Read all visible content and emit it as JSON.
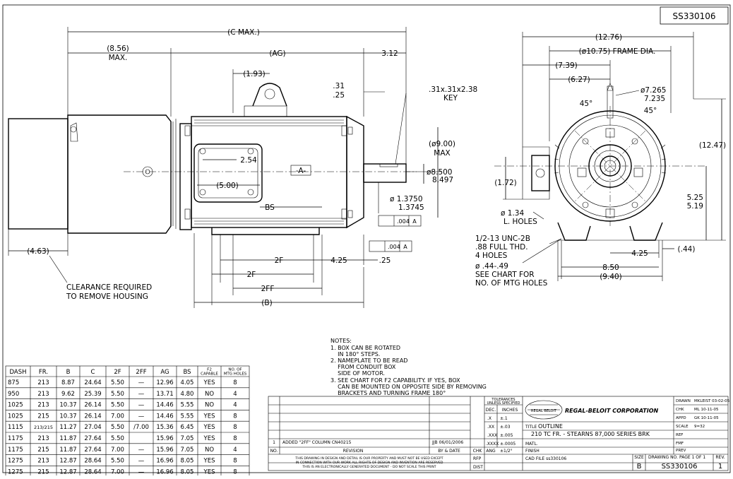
{
  "drawing_number_box": "SS330106",
  "front_view": {
    "c_max": "(C MAX.)",
    "dim_856": "(8.56)",
    "max_word": "MAX.",
    "ag": "(AG)",
    "dim_312": "3.12",
    "dim_193": "(1.93)",
    "dim_31": ".31",
    "dim_25": ".25",
    "key_size": ".31x.31x2.38",
    "key_word": "KEY",
    "dim_900": "(ø9.00)",
    "dim_900_max": "MAX",
    "dim_8500": "ø8.500",
    "dim_8497": "8.497",
    "dim_254": "2.54",
    "dim_500": "(5.00)",
    "datum_a": "-A-",
    "bs": "BS",
    "dim_13750": "ø 1.3750",
    "dim_13745": "1.3745",
    "tol_004": ".004",
    "tol_a": "A",
    "dim_463": "(4.63)",
    "dim_2f": "2F",
    "dim_425": "4.25",
    "dim_025": ".25",
    "dim_2ff": "2FF",
    "dim_b": "(B)",
    "clearance_1": "CLEARANCE REQUIRED",
    "clearance_2": "TO REMOVE HOUSING"
  },
  "end_view": {
    "dim_1276": "(12.76)",
    "frame_dia": "(ø10.75) FRAME DIA.",
    "dim_739": "(7.39)",
    "dim_627": "(6.27)",
    "dim_7265": "ø7.265",
    "dim_7235": "7.235",
    "angle_a": "45°",
    "angle_b": "45°",
    "dim_1247": "(12.47)",
    "dim_172": "(1.72)",
    "dim_525": "5.25",
    "dim_519": "5.19",
    "holes_1": "ø 1.34",
    "holes_2": "L. HOLES",
    "thread_1": "1/2-13 UNC-2B",
    "thread_2": ".88 FULL THD.",
    "thread_3": "4 HOLES",
    "dim_end_425": "4.25",
    "dim_044": "(.44)",
    "mtg_1": "ø .44-.49",
    "mtg_2": "SEE CHART FOR",
    "mtg_3": "NO. OF MTG HOLES",
    "dim_850": "8.50",
    "dim_940": "(9.40)"
  },
  "notes": {
    "title": "NOTES:",
    "lines": [
      "1. BOX CAN BE ROTATED",
      "    IN 180° STEPS.",
      "2. NAMEPLATE TO BE READ",
      "    FROM CONDUIT BOX",
      "    SIDE OF MOTOR.",
      "3. SEE CHART FOR F2 CAPABILITY. IF YES, BOX",
      "    CAN BE MOUNTED ON OPPOSITE SIDE BY REMOVING",
      "    BRACKETS AND TURNING FRAME 180°"
    ]
  },
  "dash_table": {
    "headers": [
      "DASH",
      "FR.",
      "B",
      "C",
      "2F",
      "2FF",
      "AG",
      "BS",
      "F2 CAPABLE",
      "NO. OF MTG HOLES"
    ],
    "rows": [
      [
        "875",
        "213",
        "8.87",
        "24.64",
        "5.50",
        "—",
        "12.96",
        "4.05",
        "YES",
        "8"
      ],
      [
        "950",
        "213",
        "9.62",
        "25.39",
        "5.50",
        "—",
        "13.71",
        "4.80",
        "NO",
        "4"
      ],
      [
        "1025",
        "213",
        "10.37",
        "26.14",
        "5.50",
        "—",
        "14.46",
        "5.55",
        "NO",
        "4"
      ],
      [
        "1025",
        "215",
        "10.37",
        "26.14",
        "7.00",
        "—",
        "14.46",
        "5.55",
        "YES",
        "8"
      ],
      [
        "1115",
        "213/215",
        "11.27",
        "27.04",
        "5.50",
        "/7.00",
        "15.36",
        "6.45",
        "YES",
        "8"
      ],
      [
        "1175",
        "213",
        "11.87",
        "27.64",
        "5.50",
        "",
        "15.96",
        "7.05",
        "YES",
        "8"
      ],
      [
        "1175",
        "215",
        "11.87",
        "27.64",
        "7.00",
        "—",
        "15.96",
        "7.05",
        "NO",
        "4"
      ],
      [
        "1275",
        "213",
        "12.87",
        "28.64",
        "5.50",
        "—",
        "16.96",
        "8.05",
        "YES",
        "8"
      ],
      [
        "1275",
        "215",
        "12.87",
        "28.64",
        "7.00",
        "—",
        "16.96",
        "8.05",
        "YES",
        "8"
      ]
    ]
  },
  "title_block": {
    "rev_no": "1",
    "rev_text": "ADDED \"2FF\" COLUMN   CN40215",
    "rev_by": "JJB  06/01/2006",
    "no_label": "NO.",
    "revision_label": "REVISION",
    "by_date_label": "BY & DATE",
    "disclaimer_1": "THIS DRAWING IN DESIGN AND DETAIL IS OUR PROPERTY AND MUST NOT BE USED EXCEPT",
    "disclaimer_2": "IN CONNECTION WITH OUR WORK ALL RIGHTS OF DESIGN AND INVENTION ARE RESERVED",
    "disclaimer_3": "THIS IS AN ELECTRONICALLY GENERATED DOCUMENT - DO NOT SCALE THIS PRINT",
    "tolerances_1": "TOLERANCES",
    "tolerances_2": "UNLESS SPECIFIED",
    "dec_label": "DEC.",
    "inches_label": "INCHES",
    "tol_rows": [
      [
        ".X",
        "±.1"
      ],
      [
        ".XX",
        "±.03"
      ],
      [
        ".XXX",
        "±.005"
      ],
      [
        ".XXXX",
        "±.0005"
      ]
    ],
    "ang_label": "ANG",
    "ang_value": "±1/2°",
    "chk_label": "CHK",
    "rfp_label": "RFP",
    "dist_label": "DIST",
    "logo_text": "REGAL BELOIT",
    "company": "REGAL-BELOIT CORPORATION",
    "title_label": "TITLE",
    "title_line1": "OUTLINE",
    "title_line2": "210 TC FR. - STEARNS 87,000 SERIES BRK",
    "matl_label": "MATL.",
    "finish_label": "FINISH",
    "cad_file": "CAD FILE  ss330106",
    "size_label": "SIZE",
    "size_value": "B",
    "dwg_no_label": "DRAWING NO.",
    "page_label": "PAGE 1 OF 1",
    "rev_label": "REV.",
    "dwg_no": "SS330106",
    "rev_value": "1",
    "right_rows": [
      [
        "DRAWN",
        "MKLEIST 03-02-05"
      ],
      [
        "CHK",
        "ML 10-11-05"
      ],
      [
        "APPD",
        "GK 10-11-05"
      ],
      [
        "SCALE",
        "9=32"
      ],
      [
        "REF",
        ""
      ],
      [
        "FMF",
        ""
      ],
      [
        "PREV",
        ""
      ]
    ]
  }
}
